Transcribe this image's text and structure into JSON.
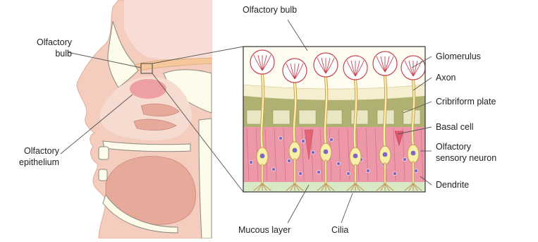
{
  "colors": {
    "skin": "#f4cdbf",
    "skin_dark": "#e7a99a",
    "bone": "#fdfbea",
    "bone_outline": "#8a8a80",
    "cavity": "#f6dbd0",
    "epithelium_patch": "#ee9fa3",
    "brain": "#f7ddd6",
    "bulb_stalk": "#f5c79a",
    "glomerulus_fill": "#ffffff",
    "glomerulus_outline": "#c4424f",
    "glomerulus_fibers": "#c4424f",
    "neuron_fill": "#f8f0a6",
    "neuron_outline": "#c49a5c",
    "nucleus": "#7d69c2",
    "cribriform_plate": "#aeb172",
    "epithelium_tissue": "#ec98a8",
    "epithelium_lines": "#d26e86",
    "mucous_layer": "#d7e9c5",
    "outer_band": "#f5efd0",
    "leader_line": "#555555",
    "text": "#222222"
  },
  "labels": {
    "olfactory_bulb_left_line1": "Olfactory",
    "olfactory_bulb_left_line2": "bulb",
    "olfactory_bulb_top": "Olfactory bulb",
    "olfactory_epithelium_line1": "Olfactory",
    "olfactory_epithelium_line2": "epithelium",
    "glomerulus": "Glomerulus",
    "axon": "Axon",
    "cribriform_plate": "Cribriform plate",
    "basal_cell": "Basal cell",
    "olfactory_sensory_neuron_line1": "Olfactory",
    "olfactory_sensory_neuron_line2": "sensory neuron",
    "dendrite": "Dendrite",
    "mucous_layer": "Mucous layer",
    "cilia": "Cilia"
  },
  "icons": {
    "head": "head-sagittal-section-icon",
    "bulb_region_marker": "zoom-region-box-icon",
    "detail": "olfactory-epithelium-detail-icon",
    "neuron": "olfactory-neuron-icon",
    "glomerulus": "glomerulus-icon"
  }
}
